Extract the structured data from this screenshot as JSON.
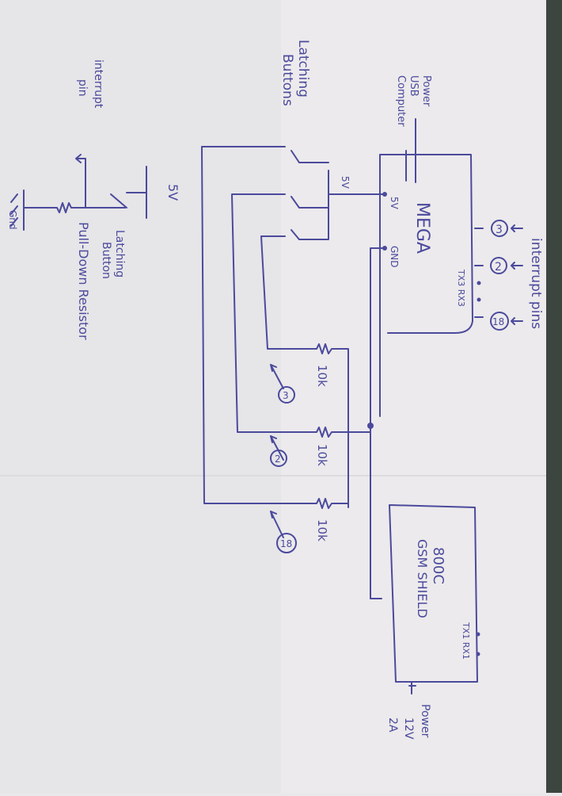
{
  "colors": {
    "paper": "#eceaec",
    "ink": "#4b4a9c",
    "table_edge": "#3d4540"
  },
  "labels": {
    "interrupt_pins": "interrupt pins",
    "power_source": [
      "Power",
      "USB",
      "Computer"
    ],
    "latching_buttons": [
      "Latching",
      "Buttons"
    ],
    "mega": "MEGA",
    "mega_5v": "5V",
    "mega_gnd": "GND",
    "rail_5v": "5V",
    "tx3_rx3": "TX3 RX3",
    "pin_3": "3",
    "pin_2": "2",
    "pin_18": "18",
    "resistors": [
      "10k",
      "10k",
      "10k"
    ],
    "gsm_model": "800C",
    "gsm_name": "GSM SHIELD",
    "tx1_rx1": "TX1 RX1",
    "gsm_power": [
      "Power",
      "12V",
      "2A"
    ],
    "detail_5v": "5V",
    "detail_interrupt": [
      "interrupt",
      "pin"
    ],
    "detail_button": [
      "Latching",
      "Button"
    ],
    "detail_resistor": "Pull-Down Resistor",
    "detail_ground": "Gnd"
  }
}
